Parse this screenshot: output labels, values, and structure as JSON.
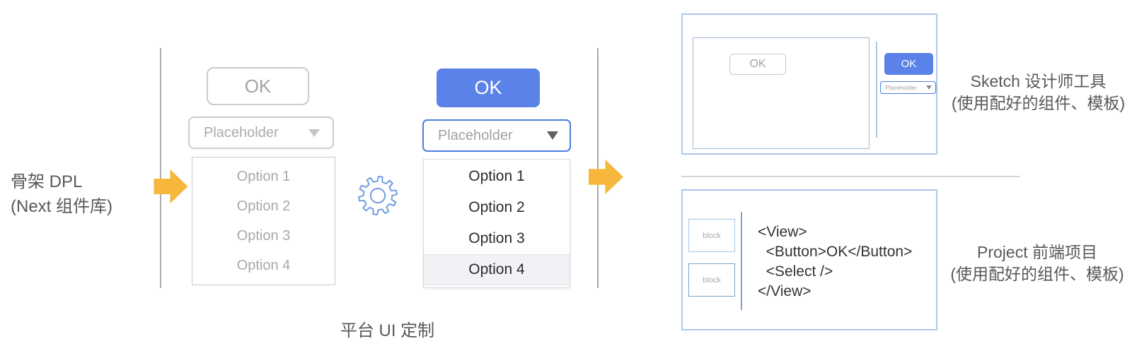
{
  "left_label": {
    "line1": "骨架 DPL",
    "line2": "(Next 组件库)"
  },
  "wireframe_demo": {
    "button_label": "OK",
    "select_value": "Placeholder",
    "options": [
      "Option 1",
      "Option 2",
      "Option 3",
      "Option 4"
    ]
  },
  "styled_demo": {
    "button_label": "OK",
    "select_value": "Placeholder",
    "options": [
      "Option 1",
      "Option 2",
      "Option 3",
      "Option 4"
    ],
    "highlighted_option_index": 3
  },
  "caption": "平台 UI 定制",
  "sketch_panel": {
    "canvas_button_label": "OK",
    "palette_button_label": "OK",
    "palette_select_value": "Placeholder",
    "label_line1": "Sketch 设计师工具",
    "label_line2": "(使用配好的组件、模板)"
  },
  "code_panel": {
    "block1_label": "block",
    "block2_label": "block",
    "code_lines": [
      "<View>",
      "  <Button>OK</Button>",
      "  <Select />",
      "</View>"
    ],
    "label_line1": "Project 前端项目",
    "label_line2": "(使用配好的组件、模板)"
  },
  "colors": {
    "accent_blue": "#5B82E8",
    "select_border_blue": "#4A7DE0",
    "panel_border_blue": "#AEC6E8",
    "arrow_orange": "#F7B63C",
    "gear_blue": "#6B9BE0",
    "wireframe_gray": "#CBCBCB",
    "muted_text_gray": "#A3A3A3",
    "dark_text": "#333333",
    "label_gray": "#595959"
  }
}
